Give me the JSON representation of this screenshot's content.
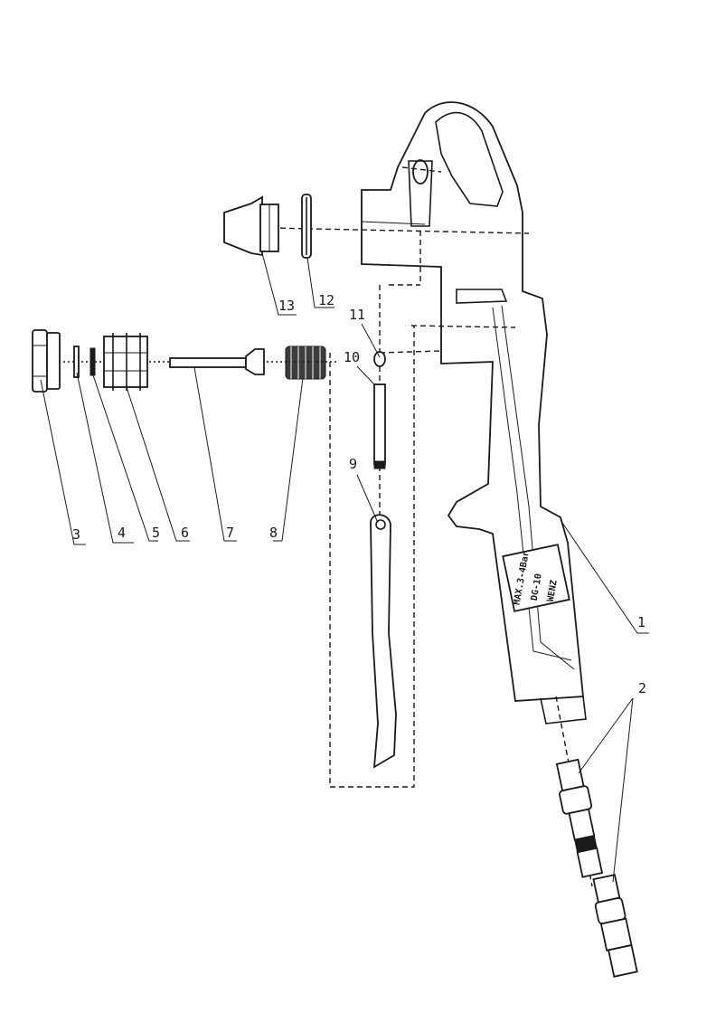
{
  "callouts": [
    {
      "id": "callout-1",
      "label": "1"
    },
    {
      "id": "callout-2",
      "label": "2"
    },
    {
      "id": "callout-3",
      "label": "3"
    },
    {
      "id": "callout-4",
      "label": "4"
    },
    {
      "id": "callout-5",
      "label": "5"
    },
    {
      "id": "callout-6",
      "label": "6"
    },
    {
      "id": "callout-7",
      "label": "7"
    },
    {
      "id": "callout-8",
      "label": "8"
    },
    {
      "id": "callout-9",
      "label": "9"
    },
    {
      "id": "callout-10",
      "label": "10"
    },
    {
      "id": "callout-11",
      "label": "11"
    },
    {
      "id": "callout-12",
      "label": "12"
    },
    {
      "id": "callout-13",
      "label": "13"
    }
  ],
  "nameplate": {
    "line1": "MAX.3-4Bar",
    "line2": "DG-10",
    "line3": "WENZ"
  },
  "colors": {
    "ink": "#1a1a1a",
    "paper": "#ffffff"
  }
}
